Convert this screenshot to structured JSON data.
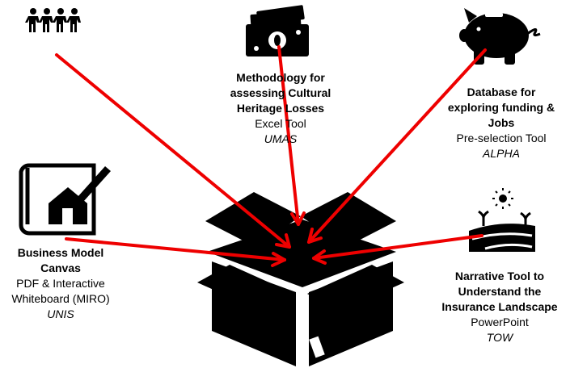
{
  "colors": {
    "arrow": "#ee0000",
    "icon": "#000000",
    "background": "#ffffff"
  },
  "nodes": [
    {
      "id": "people",
      "icon": "people-icon"
    },
    {
      "id": "methodology",
      "icon": "banknote-icon",
      "title": [
        "Methodology for",
        "assessing Cultural",
        "Heritage Losses"
      ],
      "subtitle": "Excel Tool",
      "org": "UMAS"
    },
    {
      "id": "database",
      "icon": "piggy-bank-icon",
      "title": [
        "Database for",
        "exploring funding &",
        "Jobs"
      ],
      "subtitle": "Pre-selection Tool",
      "org": "ALPHA"
    },
    {
      "id": "canvas",
      "icon": "blueprint-house-icon",
      "title": [
        "Business Model",
        "Canvas"
      ],
      "subtitle": [
        "PDF & Interactive",
        "Whiteboard (MIRO)"
      ],
      "org": "UNIS"
    },
    {
      "id": "narrative",
      "icon": "landscape-icon",
      "title": [
        "Narrative Tool to",
        "Understand the",
        "Insurance Landscape"
      ],
      "subtitle": "PowerPoint",
      "org": "TOW"
    },
    {
      "id": "box",
      "icon": "open-box-icon"
    }
  ]
}
